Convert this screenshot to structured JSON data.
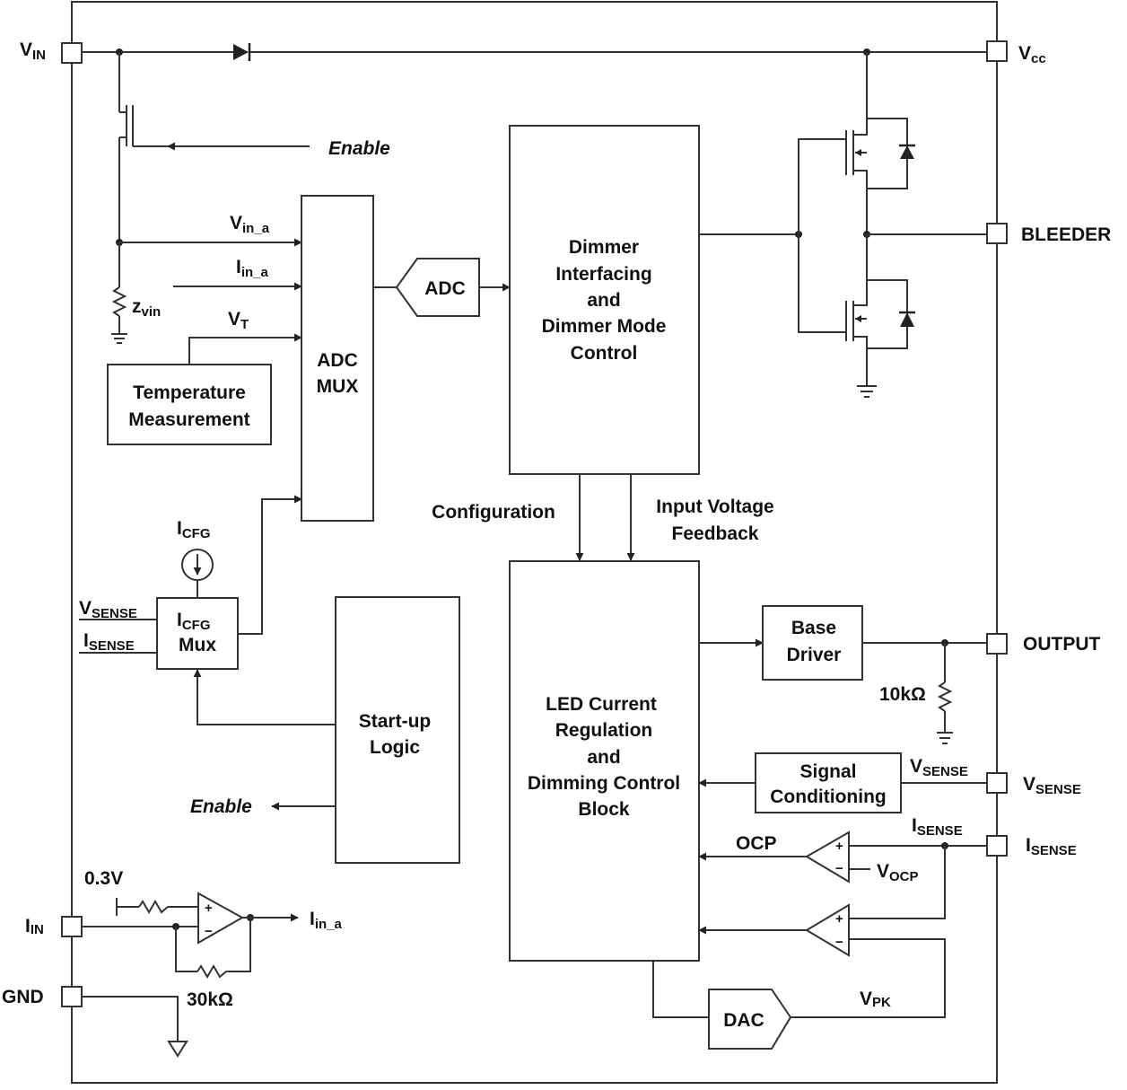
{
  "pins": {
    "vin": {
      "main": "V",
      "sub": "IN"
    },
    "vcc": {
      "main": "V",
      "sub": "cc"
    },
    "bleeder": "BLEEDER",
    "output": "OUTPUT",
    "vsense": {
      "main": "V",
      "sub": "SENSE"
    },
    "isense": {
      "main": "I",
      "sub": "SENSE"
    },
    "iin": {
      "main": "I",
      "sub": "IN"
    },
    "gnd": "GND"
  },
  "blocks": {
    "temperature": [
      "Temperature",
      "Measurement"
    ],
    "adc_mux": [
      "ADC",
      "MUX"
    ],
    "adc": "ADC",
    "dimmer": [
      "Dimmer",
      "Interfacing",
      "and",
      "Dimmer Mode",
      "Control"
    ],
    "led": [
      "LED Current",
      "Regulation",
      "and",
      "Dimming Control",
      "Block"
    ],
    "base_driver": [
      "Base",
      "Driver"
    ],
    "signal_cond": [
      "Signal",
      "Conditioning"
    ],
    "startup": [
      "Start-up",
      "Logic"
    ],
    "icfg_mux": {
      "main": "I",
      "sub": "CFG",
      "line2": "Mux"
    },
    "dac": "DAC"
  },
  "signals": {
    "enable_top": "Enable",
    "enable_bottom": "Enable",
    "vin_a": {
      "main": "V",
      "sub": "in_a"
    },
    "iin_a": {
      "main": "I",
      "sub": "in_a"
    },
    "vt": {
      "main": "V",
      "sub": "T"
    },
    "zvin": {
      "main": "z",
      "sub": "vin"
    },
    "configuration": "Configuration",
    "input_voltage_feedback": [
      "Input Voltage",
      "Feedback"
    ],
    "icfg": {
      "main": "I",
      "sub": "CFG"
    },
    "vsense_in": {
      "main": "V",
      "sub": "SENSE"
    },
    "isense_in": {
      "main": "I",
      "sub": "SENSE"
    },
    "res_10k": "10kΩ",
    "vsense_wire": {
      "main": "V",
      "sub": "SENSE"
    },
    "isense_wire": {
      "main": "I",
      "sub": "SENSE"
    },
    "ocp": "OCP",
    "vocp": {
      "main": "V",
      "sub": "OCP"
    },
    "vpk": {
      "main": "V",
      "sub": "PK"
    },
    "v03": "0.3V",
    "iin_a_out": {
      "main": "I",
      "sub": "in_a"
    },
    "res_30k": "30kΩ"
  },
  "opamp_signs": {
    "plus": "+",
    "minus": "−"
  }
}
